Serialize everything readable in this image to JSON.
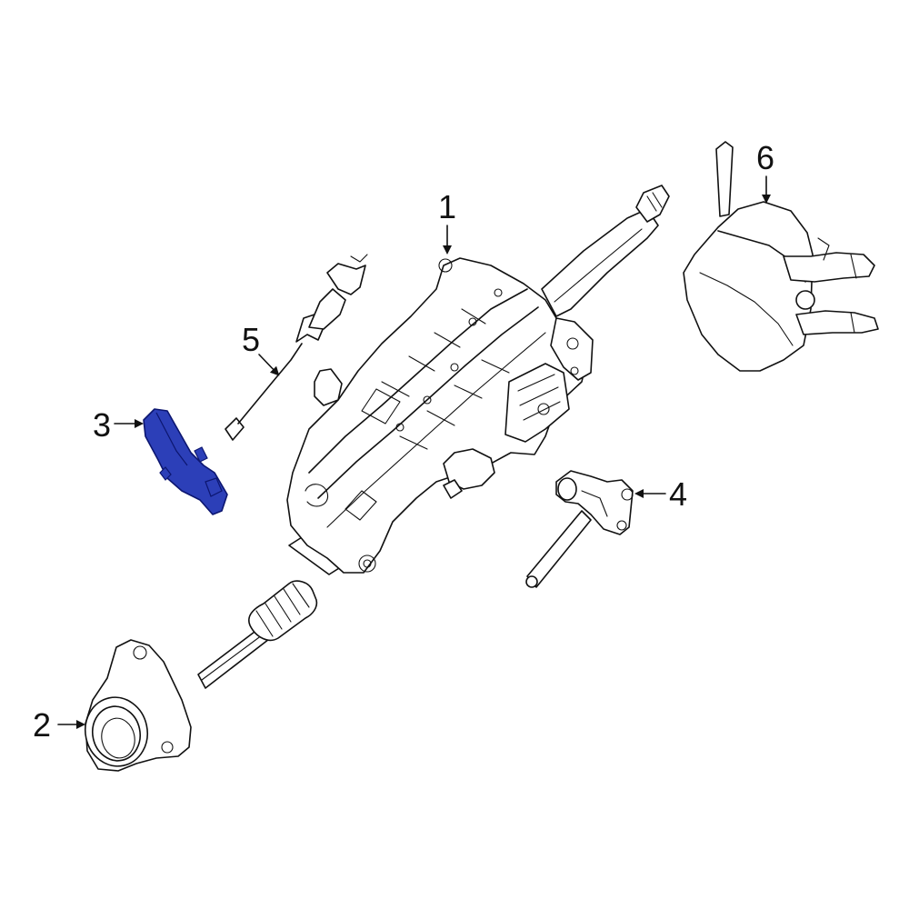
{
  "callouts": {
    "p1": "1",
    "p2": "2",
    "p3": "3",
    "p4": "4",
    "p5": "5",
    "p6": "6"
  },
  "colors": {
    "line": "#111111",
    "highlight_fill": "#2c3fb8",
    "highlight_stroke": "#0c1670",
    "background": "#ffffff"
  },
  "highlighted_part": "3"
}
